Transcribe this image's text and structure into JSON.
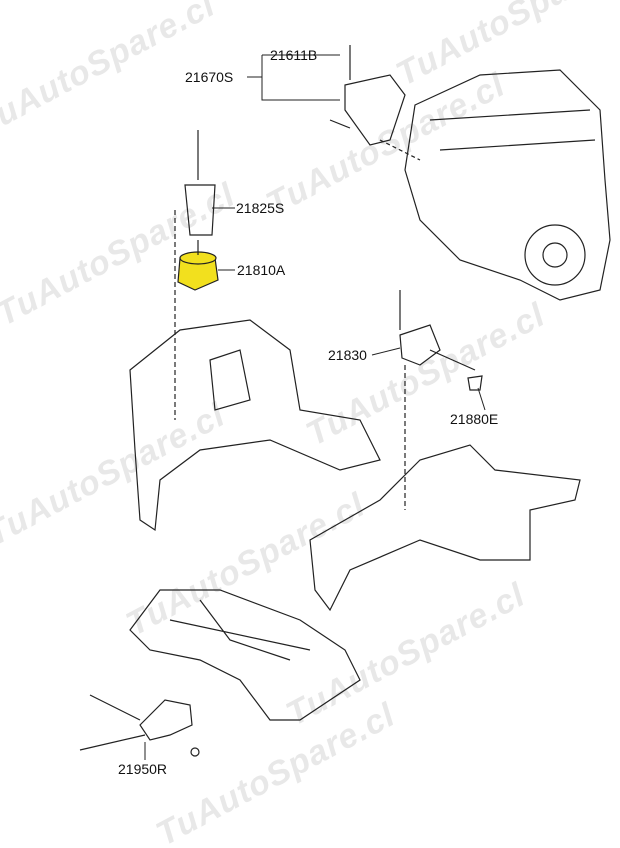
{
  "watermark": "TuAutoSpare.cl",
  "parts": {
    "p21611B": "21611B",
    "p21670S": "21670S",
    "p21825S": "21825S",
    "p21810A": "21810A",
    "p21830": "21830",
    "p21880E": "21880E",
    "p21950R": "21950R"
  },
  "colors": {
    "highlight": "#f2e01e",
    "line": "#222222"
  }
}
